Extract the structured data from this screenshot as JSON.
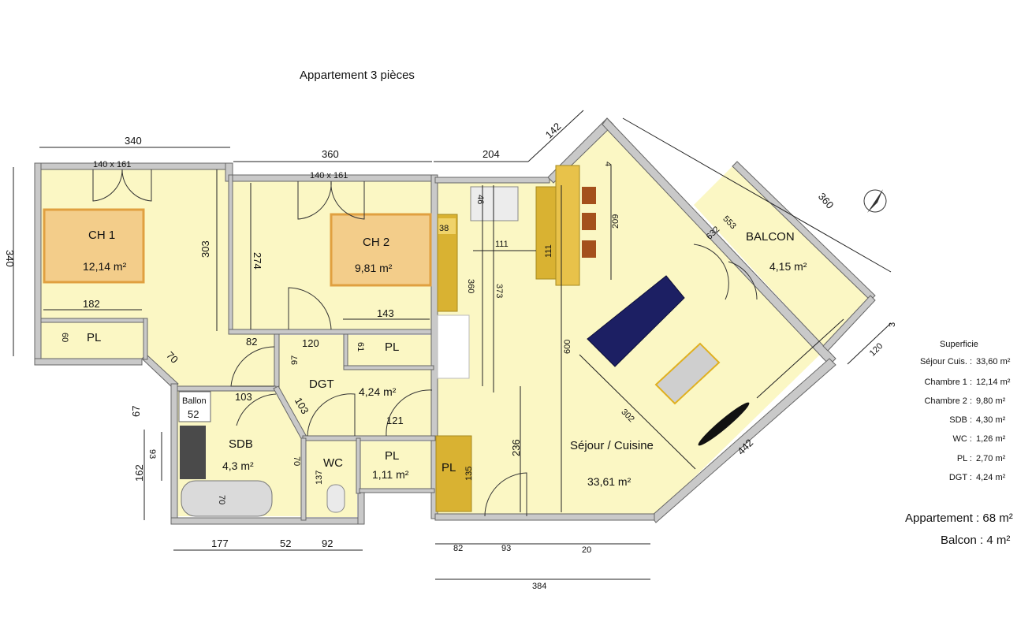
{
  "title": "Appartement 3 pièces",
  "rooms": {
    "ch1": {
      "name": "CH 1",
      "area": "12,14 m²"
    },
    "ch2": {
      "name": "CH 2",
      "area": "9,81 m²"
    },
    "balcon": {
      "name": "BALCON",
      "area": "4,15 m²"
    },
    "dgt": {
      "name": "DGT",
      "area": "4,24 m²"
    },
    "sdb": {
      "name": "SDB",
      "area": "4,3 m²"
    },
    "wc": {
      "name": "WC"
    },
    "pl_ch1": {
      "name": "PL"
    },
    "pl_dgt": {
      "name": "PL"
    },
    "pl_wc": {
      "name": "PL",
      "area": "1,11 m²"
    },
    "pl_sejour": {
      "name": "PL"
    },
    "ballon": {
      "name": "Ballon"
    },
    "sejour": {
      "name": "Séjour / Cuisine",
      "area": "33,61 m²"
    }
  },
  "windows": {
    "w1": "140 x 161",
    "w2": "140 x 161"
  },
  "dims": {
    "d340top": "340",
    "d360top": "360",
    "d204": "204",
    "d142": "142",
    "d360diag": "360",
    "d340left": "340",
    "d303": "303",
    "d274": "274",
    "d182": "182",
    "d60": "60",
    "d70a": "70",
    "d82a": "82",
    "d120a": "120",
    "d97": "97",
    "d61": "61",
    "d143": "143",
    "d38": "38",
    "d46": "46",
    "d111h": "111",
    "d111v": "111",
    "d209": "209",
    "d360v": "360",
    "d373": "373",
    "d600": "600",
    "d553": "553",
    "d632": "632",
    "d103a": "103",
    "d103b": "103",
    "d52a": "52",
    "d67": "67",
    "d93v": "93",
    "d162": "162",
    "d70b": "70",
    "d70c": "70",
    "d137": "137",
    "d121": "121",
    "d135": "135",
    "d236": "236",
    "d302": "302",
    "d442": "442",
    "d120b": "120",
    "d3": "3",
    "d177": "177",
    "d52b": "52",
    "d92": "92",
    "d82b": "82",
    "d93h": "93",
    "d20": "20",
    "d384": "384",
    "d4": "4"
  },
  "legend": {
    "title": "Superficie",
    "rows": [
      {
        "label": "Séjour Cuis. :",
        "value": "33,60 m²"
      },
      {
        "label": "Chambre 1 :",
        "value": "12,14 m²"
      },
      {
        "label": "Chambre 2 :",
        "value": "9,80 m²"
      },
      {
        "label": "SDB :",
        "value": "4,30 m²"
      },
      {
        "label": "WC :",
        "value": "1,26 m²"
      },
      {
        "label": "PL :",
        "value": "2,70 m²"
      },
      {
        "label": "DGT :",
        "value": "4,24 m²"
      }
    ],
    "total_appart": "Appartement : 68 m²",
    "total_balcon": "Balcon : 4 m²"
  },
  "colors": {
    "floor": "#fbf7c4",
    "bed": "#f3cd8a",
    "cabinet": "#d9b232",
    "sofa": "#1c1f63",
    "wall": "#c9c9c9"
  }
}
